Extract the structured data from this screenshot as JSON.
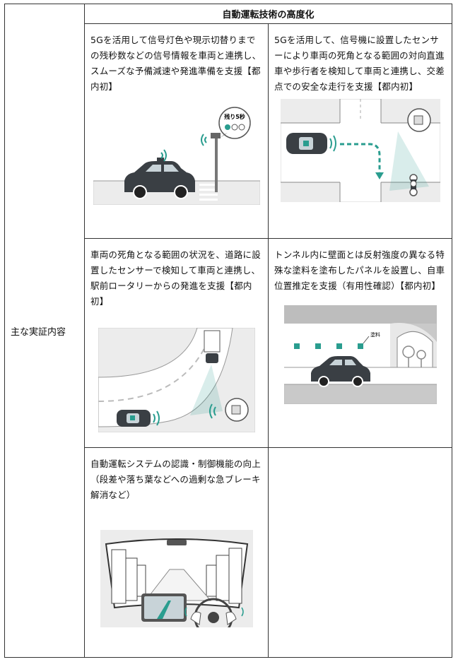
{
  "table": {
    "row_header": "主な実証内容",
    "column_header": "自動運転技術の高度化",
    "cells": [
      {
        "text": "5Gを活用して信号灯色や現示切替りまでの残秒数などの信号情報を車両と連携し、スムーズな予備減速や発進準備を支援【都内初】"
      },
      {
        "text": "5Gを活用して、信号機に設置したセンサーにより車両の死角となる範囲の対向直進車や歩行者を検知して車両と連携し、交差点での安全な走行を支援【都内初】"
      },
      {
        "text": "車両の死角となる範囲の状況を、道路に設置したセンサーで検知して車両と連携し、駅前ロータリーからの発進を支援【都内初】"
      },
      {
        "text": "トンネル内に壁面とは反射強度の異なる特殊な塗料を塗布したパネルを設置し、自車位置推定を支援（有用性確認）【都内初】"
      },
      {
        "text": "自動運転システムの認識・制御機能の向上（段差や落ち葉などへの過剰な急ブレーキ解消など）"
      }
    ]
  },
  "illustrations": {
    "signal_countdown": "残り5秒",
    "tunnel_paint": "塗料"
  },
  "colors": {
    "accent_teal": "#2a9d8f",
    "car_body": "#3a3f44",
    "figure_bg": "#ececec"
  }
}
